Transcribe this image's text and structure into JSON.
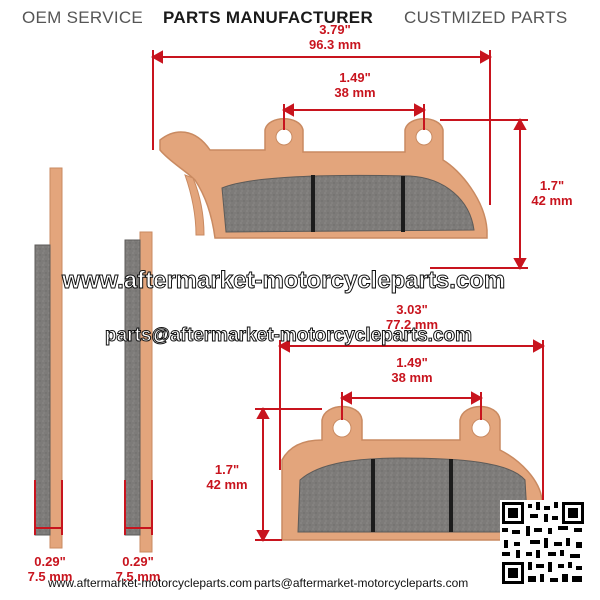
{
  "header": {
    "left": "OEM SERVICE",
    "middle": "PARTS MANUFACTURER",
    "right": "CUSTMIZED PARTS"
  },
  "top_pad": {
    "width_in": "3.79\"",
    "width_mm": "96.3 mm",
    "hole_in": "1.49\"",
    "hole_mm": "38 mm",
    "height_in": "1.7\"",
    "height_mm": "42 mm"
  },
  "bottom_pad": {
    "width_in": "3.03\"",
    "width_mm": "77.2 mm",
    "hole_in": "1.49\"",
    "hole_mm": "38 mm",
    "height_in": "1.7\"",
    "height_mm": "42 mm"
  },
  "side_pads": {
    "left_thick_in": "0.29\"",
    "left_thick_mm": "7.5 mm",
    "right_thick_in": "0.29\"",
    "right_thick_mm": "7.5 mm"
  },
  "watermark": {
    "site": "www.aftermarket-motorcycleparts.com",
    "email": "parts@aftermarket-motorcycleparts.com"
  },
  "footer": {
    "site": "www.aftermarket-motorcycleparts.com",
    "email": "parts@aftermarket-motorcycleparts.com"
  },
  "colors": {
    "copper": "#e3a57c",
    "copper_edge": "#c98a61",
    "friction": "#7d7b79",
    "dimension": "#c8141e"
  }
}
